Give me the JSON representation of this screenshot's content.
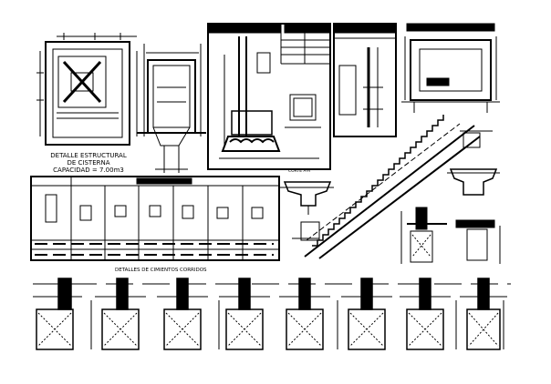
{
  "cisterna_caption": {
    "line1": "DETALLE ESTRUCTURAL",
    "line2": "DE CISTERNA",
    "line3": "CAPACIDAD = 7.00m3"
  },
  "cimientos_caption": "DETALLES DE CIMIENTOS CORRIDOS",
  "corte_label": "CORTE A-A",
  "colors": {
    "ink": "#000000",
    "background": "#ffffff"
  }
}
